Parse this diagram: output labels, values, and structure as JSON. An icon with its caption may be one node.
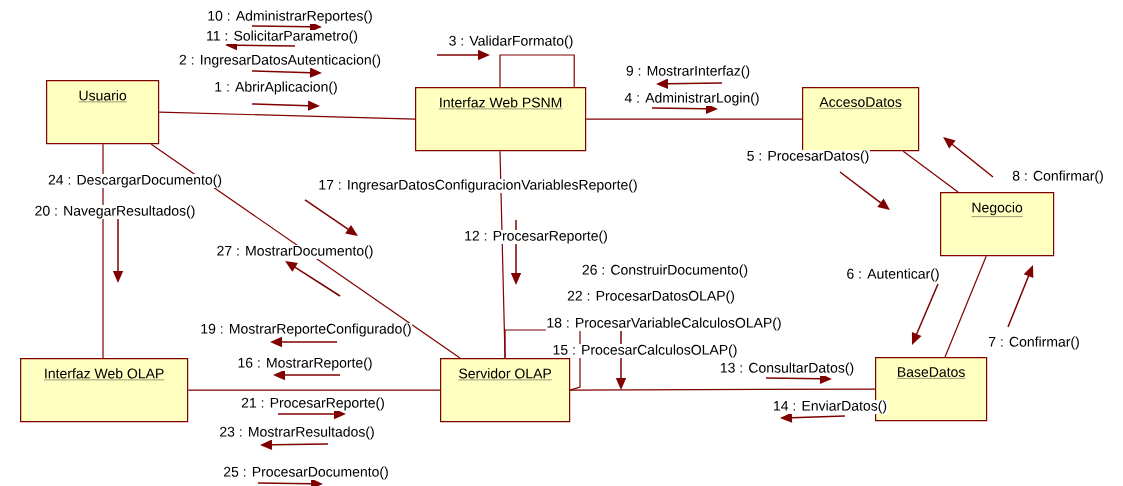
{
  "diagram": {
    "nodes": [
      {
        "text": [
          "Usuario"
        ]
      },
      {
        "text": [
          "Interfaz Web PSNM"
        ]
      },
      {
        "text": [
          "AccesoDatos"
        ]
      },
      {
        "text": [
          "Negocio"
        ]
      },
      {
        "text": [
          "Interfaz Web OLAP"
        ]
      },
      {
        "text": [
          "Servidor OLAP"
        ]
      },
      {
        "text": [
          "BaseDatos"
        ]
      }
    ],
    "edges": [
      {
        "from": 0,
        "to": 1,
        "arrow": "none"
      },
      {
        "from": 1,
        "to": 1,
        "arrow": "none"
      },
      {
        "from": 1,
        "to": 2,
        "arrow": "none"
      },
      {
        "from": 2,
        "to": 3,
        "arrow": "none"
      },
      {
        "from": 3,
        "to": 6,
        "arrow": "none"
      },
      {
        "from": 0,
        "to": 4,
        "arrow": "none"
      },
      {
        "from": 0,
        "to": 5,
        "arrow": "none"
      },
      {
        "from": 1,
        "to": 5,
        "arrow": "none"
      },
      {
        "from": 4,
        "to": 5,
        "arrow": "none"
      },
      {
        "from": 5,
        "to": 5,
        "arrow": "none"
      },
      {
        "from": 5,
        "to": 6,
        "arrow": "none"
      }
    ],
    "labels": [
      "10 : AdministrarReportes()",
      "11 : SolicitarParametro()",
      "2 : IngresarDatosAutenticacion()",
      "3 : ValidarFormato()",
      "1 : AbrirAplicacion()",
      "9 : MostrarInterfaz()",
      "4 : AdministrarLogin()",
      "5 : ProcesarDatos()",
      "8 : Confirmar()",
      "24 : DescargarDocumento()",
      "17 : IngresarDatosConfiguracionVariablesReporte()",
      "20 : NavegarResultados()",
      "12 : ProcesarReporte()",
      "27 : MostrarDocumento()",
      "6 : Autenticar()",
      "26 : ConstruirDocumento()",
      "22 : ProcesarDatosOLAP()",
      "18 : ProcesarVariableCalculosOLAP()",
      "7 : Confirmar()",
      "19 : MostrarReporteConfigurado()",
      "15 : ProcesarCalculosOLAP()",
      "16 : MostrarReporte()",
      "13 : ConsultarDatos()",
      "21 : ProcesarReporte()",
      "14 : EnviarDatos()",
      "23 : MostrarResultados()",
      "25 : ProcesarDocumento()"
    ]
  }
}
